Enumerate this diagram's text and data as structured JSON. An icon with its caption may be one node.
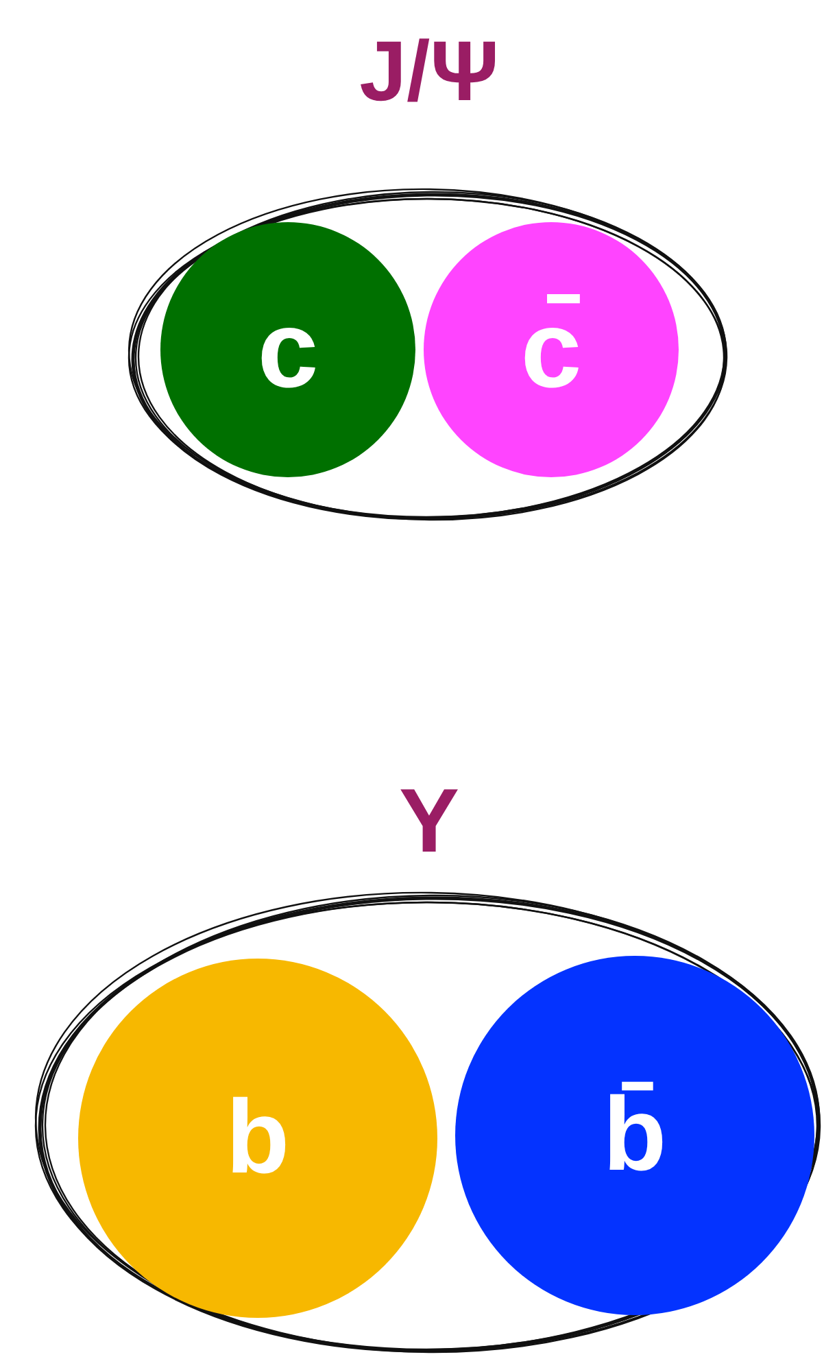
{
  "diagram": {
    "nodes": [
      {
        "text": [
          "J/Ψ"
        ]
      },
      {
        "text": [
          "c"
        ],
        "in": 0
      },
      {
        "text": [
          "c̄"
        ],
        "in": 0
      },
      {
        "text": [
          "Υ"
        ]
      },
      {
        "text": [
          "b"
        ],
        "in": 3
      },
      {
        "text": [
          "b̄"
        ],
        "in": 3
      }
    ]
  }
}
